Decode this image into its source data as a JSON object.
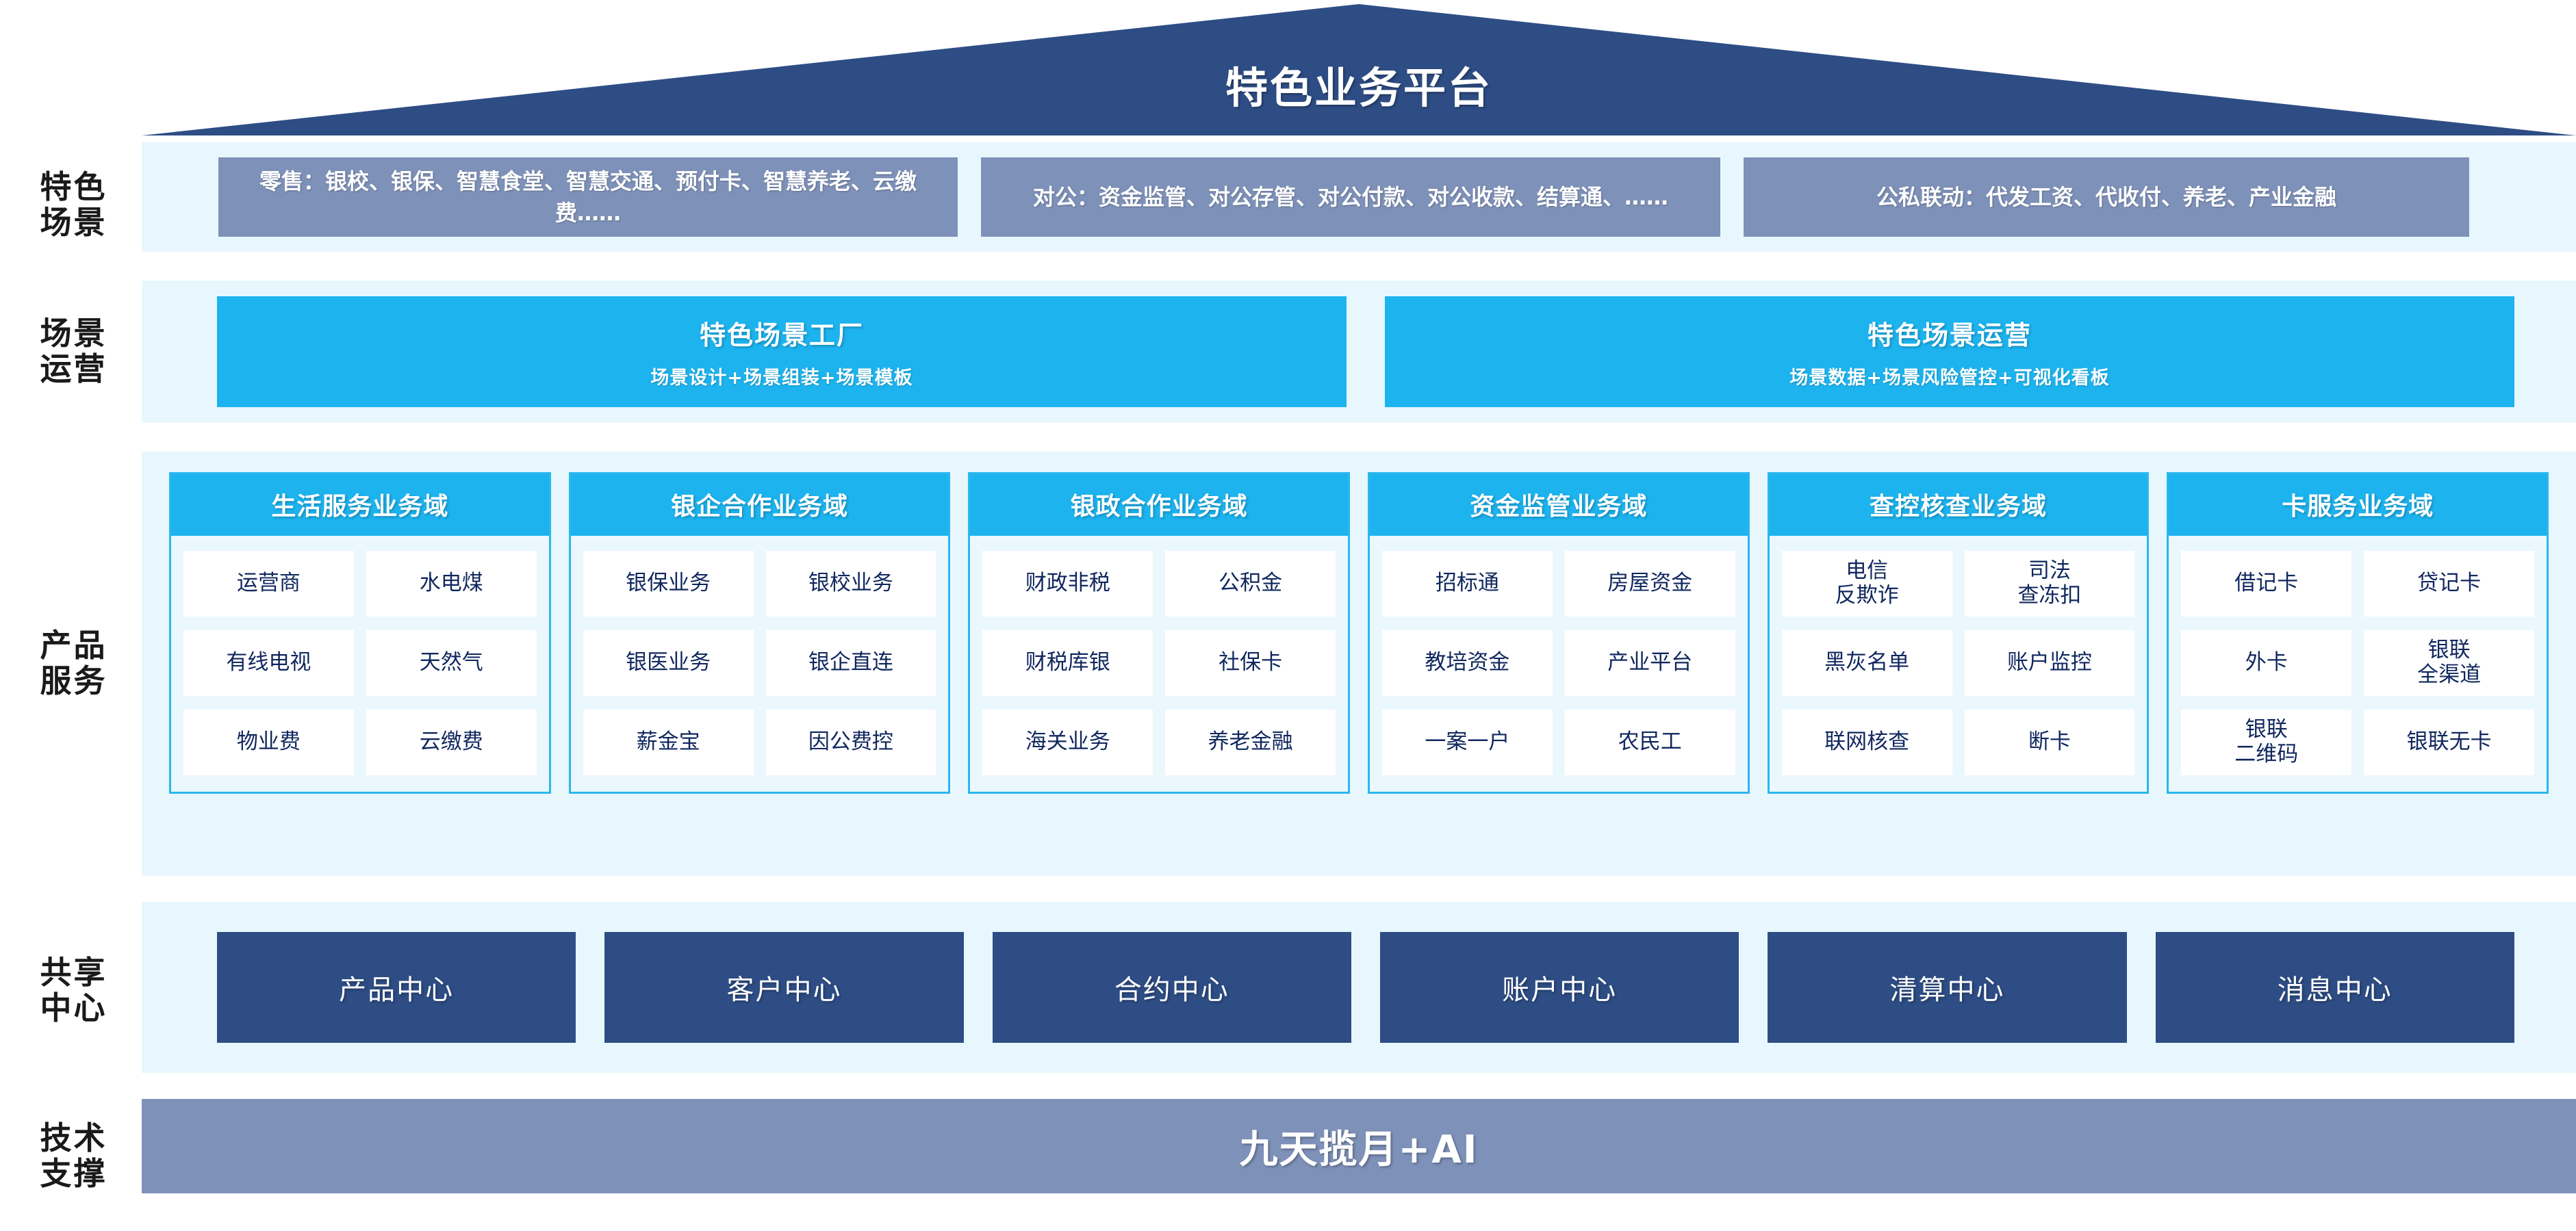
{
  "title": "特色业务平台",
  "colors": {
    "roof_navy": "#2e4d85",
    "band_light": "#e8f7fd",
    "scenario_slate": "#7e91b9",
    "ops_cyan": "#1cb3ee",
    "domain_header_cyan": "#1cb3ee",
    "domain_body_light": "#eaf8fe",
    "item_text_navy": "#10275e",
    "center_navy": "#2e4d85",
    "tech_slate": "#7e91b9"
  },
  "rows": {
    "scenario": {
      "label": "特色\n场景",
      "label_line1": "特色",
      "label_line2": "场景",
      "boxes": [
        "零售：银校、银保、智慧食堂、智慧交通、预付卡、智慧养老、云缴费……",
        "对公：资金监管、对公存管、对公付款、对公收款、结算通、……",
        "公私联动：代发工资、代收付、养老、产业金融"
      ]
    },
    "operations": {
      "label_line1": "场景",
      "label_line2": "运营",
      "boxes": [
        {
          "title": "特色场景工厂",
          "subtitle": "场景设计+场景组装+场景模板"
        },
        {
          "title": "特色场景运营",
          "subtitle": "场景数据+场景风险管控+可视化看板"
        }
      ]
    },
    "products": {
      "label_line1": "产品",
      "label_line2": "服务",
      "domains": [
        {
          "name": "生活服务业务域",
          "items": [
            "运营商",
            "水电煤",
            "有线电视",
            "天然气",
            "物业费",
            "云缴费"
          ]
        },
        {
          "name": "银企合作业务域",
          "items": [
            "银保业务",
            "银校业务",
            "银医业务",
            "银企直连",
            "薪金宝",
            "因公费控"
          ]
        },
        {
          "name": "银政合作业务域",
          "items": [
            "财政非税",
            "公积金",
            "财税库银",
            "社保卡",
            "海关业务",
            "养老金融"
          ]
        },
        {
          "name": "资金监管业务域",
          "items": [
            "招标通",
            "房屋资金",
            "教培资金",
            "产业平台",
            "一案一户",
            "农民工"
          ]
        },
        {
          "name": "查控核查业务域",
          "items": [
            "电信\n反欺诈",
            "司法\n查冻扣",
            "黑灰名单",
            "账户监控",
            "联网核查",
            "断卡"
          ]
        },
        {
          "name": "卡服务业务域",
          "items": [
            "借记卡",
            "贷记卡",
            "外卡",
            "银联\n全渠道",
            "银联\n二维码",
            "银联无卡"
          ]
        }
      ]
    },
    "centers": {
      "label_line1": "共享",
      "label_line2": "中心",
      "boxes": [
        "产品中心",
        "客户中心",
        "合约中心",
        "账户中心",
        "清算中心",
        "消息中心"
      ]
    },
    "tech": {
      "label_line1": "技术",
      "label_line2": "支撑",
      "text": "九天揽月+AI"
    }
  }
}
